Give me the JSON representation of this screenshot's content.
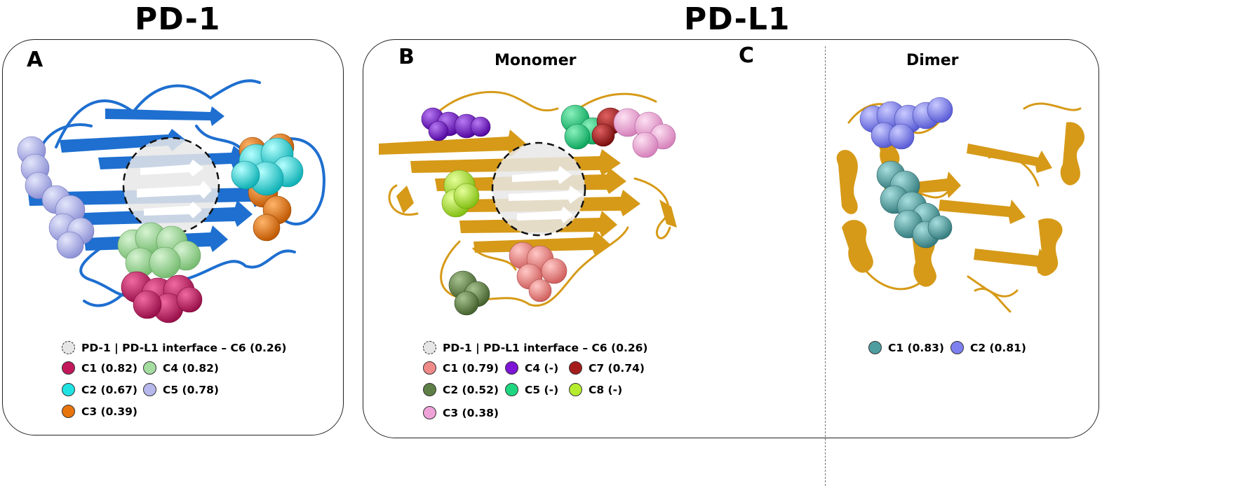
{
  "titles": {
    "left": "PD-1",
    "right": "PD-L1"
  },
  "panels": {
    "a": {
      "letter": "A",
      "legend": [
        {
          "label": "PD-1 | PD-L1 interface – C6 (0.26)",
          "color": "#e6e6e6",
          "interface": true
        },
        {
          "label": "C1 (0.82)",
          "color": "#c2185b"
        },
        {
          "label": "C4 (0.82)",
          "color": "#a5dca0"
        },
        {
          "label": "C2 (0.67)",
          "color": "#1fe3e3"
        },
        {
          "label": "C5 (0.78)",
          "color": "#b6b8ec"
        },
        {
          "label": "C3 (0.39)",
          "color": "#e8740e"
        }
      ]
    },
    "b": {
      "letter": "B",
      "subtitle": "Monomer",
      "legend": [
        {
          "label": "PD-1 | PD-L1 interface – C6 (0.26)",
          "color": "#e6e6e6",
          "interface": true
        },
        {
          "label": "C1 (0.79)",
          "color": "#f08a88"
        },
        {
          "label": "C4 (-)",
          "color": "#7d14d6"
        },
        {
          "label": "C7 (0.74)",
          "color": "#a51c1c"
        },
        {
          "label": "C2 (0.52)",
          "color": "#5e7f45"
        },
        {
          "label": "C5 (-)",
          "color": "#1fd680"
        },
        {
          "label": "C8 (-)",
          "color": "#b6ec2e"
        },
        {
          "label": "C3 (0.38)",
          "color": "#eea2d8"
        }
      ]
    },
    "c": {
      "letter": "C",
      "subtitle": "Dimer",
      "legend": [
        {
          "label": "C1 (0.83)",
          "color": "#4e9ea0"
        },
        {
          "label": "C2 (0.81)",
          "color": "#7d80ee"
        }
      ]
    }
  },
  "colors": {
    "pd1_ribbon": "#1e6fd0",
    "pdl1_ribbon": "#d69a18"
  }
}
